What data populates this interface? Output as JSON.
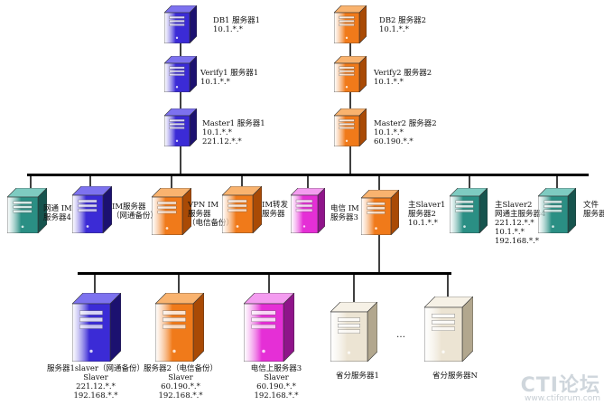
{
  "colors": {
    "blue": "#3b2bd6",
    "orange": "#f07a1a",
    "teal": "#2a8f84",
    "magenta": "#e52fd6",
    "beige": "#e6dcc8"
  },
  "top_left_chain": [
    {
      "color": "blue",
      "lines": [
        "DB1  服务器1",
        "10.1.*.*"
      ]
    },
    {
      "color": "blue",
      "lines": [
        "Verify1 服务器1",
        "10.1.*.*"
      ]
    },
    {
      "color": "blue",
      "lines": [
        "Master1 服务器1",
        "10.1.*.*",
        "221.12.*.*"
      ]
    }
  ],
  "top_right_chain": [
    {
      "color": "orange",
      "lines": [
        "DB2 服务器2",
        "10.1.*.*"
      ]
    },
    {
      "color": "orange",
      "lines": [
        "Verify2 服务器2",
        "10.1.*.*"
      ]
    },
    {
      "color": "orange",
      "lines": [
        "Master2 服务器2",
        "10.1.*.*",
        "60.190.*.*"
      ]
    }
  ],
  "middle_row": [
    {
      "color": "teal",
      "lines": [
        "网通 IM",
        "服务器4"
      ]
    },
    {
      "color": "blue",
      "lines": [
        "IM服务器",
        "（网通备份）"
      ]
    },
    {
      "color": "orange",
      "lines": [
        "VPN IM",
        "服务器",
        "（电信备份）"
      ]
    },
    {
      "color": "orange",
      "lines": [
        "IM转发",
        "服务器"
      ]
    },
    {
      "color": "magenta",
      "lines": [
        "电信  IM",
        "服务器3"
      ]
    },
    {
      "color": "orange",
      "lines": [
        "主Slaver1",
        "服务器2",
        "10.1.*.*"
      ]
    },
    {
      "color": "teal",
      "lines": [
        "主Slaver2",
        "网通主服务器4",
        "221.12.*.*",
        "10.1.*.*",
        "192.168.*.*"
      ]
    },
    {
      "color": "teal",
      "lines": [
        "文件",
        "服务器"
      ]
    }
  ],
  "bottom_row": [
    {
      "color": "blue",
      "lines": [
        "服务器1slaver（网通备份）",
        "Slaver",
        "221.12.*.*",
        "192.168.*.*"
      ]
    },
    {
      "color": "orange",
      "lines": [
        "服务器2（电信备份）",
        "Slaver",
        "60.190.*.*",
        "192.168.*.*"
      ]
    },
    {
      "color": "magenta",
      "lines": [
        "电信上服务器3",
        "Slaver",
        "60.190.*.*",
        "192.168.*.*"
      ]
    },
    {
      "color": "beige",
      "lines": [
        "省分服务器1"
      ]
    },
    {
      "color": "beige",
      "lines": [
        "省分服务器N"
      ]
    }
  ],
  "ellipsis": "…",
  "watermark": {
    "logo": "CTI论坛",
    "url": "www.ctiforum.com"
  }
}
